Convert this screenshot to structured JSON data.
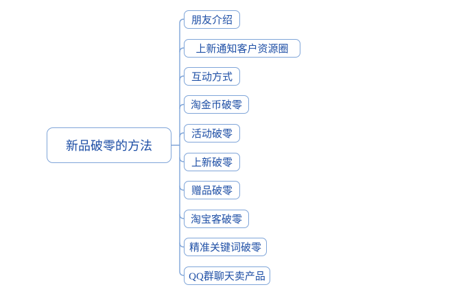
{
  "diagram": {
    "type": "mindmap",
    "root": {
      "label": "新品破零的方法"
    },
    "children": [
      {
        "label": "朋友介绍"
      },
      {
        "label": "上新通知客户资源圈"
      },
      {
        "label": "互动方式"
      },
      {
        "label": "淘金币破零"
      },
      {
        "label": "活动破零"
      },
      {
        "label": "上新破零"
      },
      {
        "label": "赠品破零"
      },
      {
        "label": "淘宝客破零"
      },
      {
        "label": "精准关键词破零"
      },
      {
        "label": "QQ群聊天卖产品"
      }
    ],
    "colors": {
      "line": "#7EA4D8",
      "node_border": "#7EA4D8",
      "text": "#1D4EA5",
      "background": "#FFFFFF"
    }
  }
}
